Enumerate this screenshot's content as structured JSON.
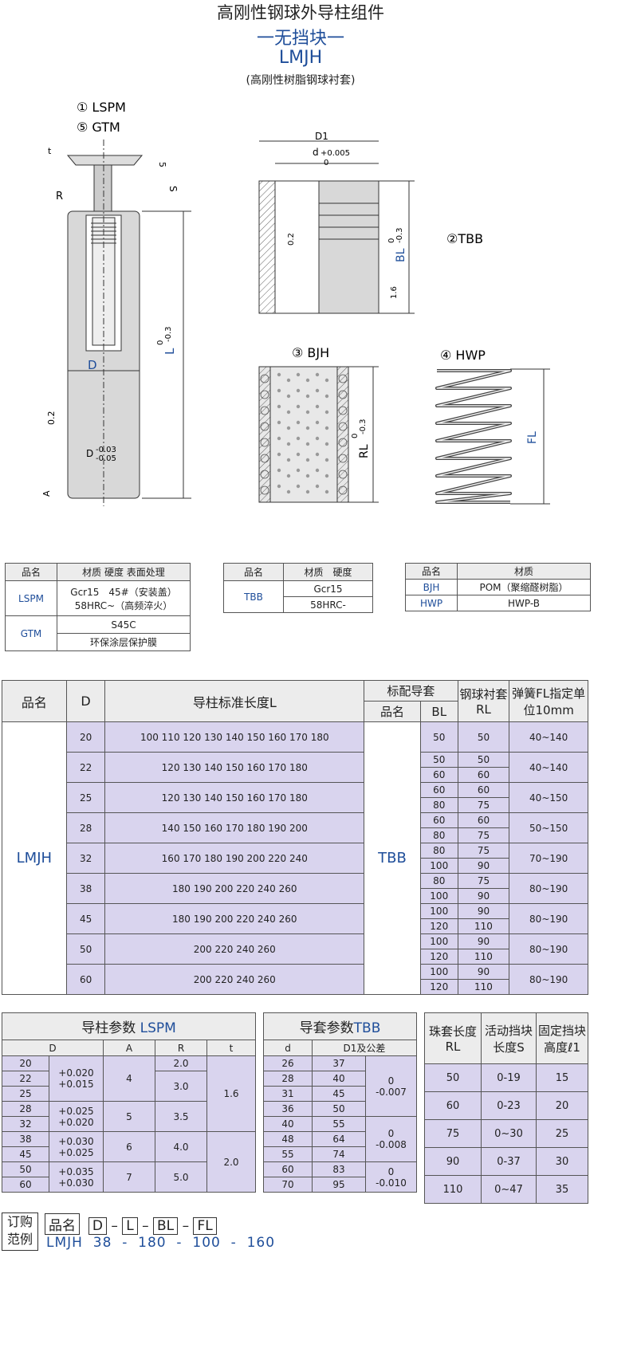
{
  "header": {
    "title": "高刚性钢球外导柱组件",
    "subtitle": "一无挡块一",
    "model": "LMJH",
    "note": "(高刚性树脂钢球衬套)"
  },
  "drawing": {
    "part1": "① LSPM",
    "part5": "⑤ GTM",
    "part2": "②TBB",
    "part3": "③ BJH",
    "part4": "④ HWP",
    "dim_t": "t",
    "dim_5": "5",
    "dim_S": "S",
    "dim_R": "R",
    "dim_L": "L",
    "dim_L_tol_top": "0",
    "dim_L_tol_bot": "-0.3",
    "dim_D": "D",
    "dim_02": "0.2",
    "dim_D_tol": "D",
    "dim_D_tol_top": "-0.03",
    "dim_D_tol_bot": "-0.05",
    "dim_A": "A",
    "dim_D1": "D1",
    "dim_d": "d",
    "dim_d_tol_top": "+0.005",
    "dim_d_tol_bot": "0",
    "dim_bush_02": "0.2",
    "dim_BL": "BL",
    "dim_BL_tol_top": "0",
    "dim_BL_tol_bot": "-0.3",
    "dim_16": "1.6",
    "dim_RL": "RL",
    "dim_RL_tol_top": "0",
    "dim_RL_tol_bot": "-0.3",
    "dim_FL": "FL"
  },
  "mat1": {
    "headers": [
      "品名",
      "材质 硬度 表面处理"
    ],
    "rows": [
      {
        "name": "LSPM",
        "lines": [
          "Gcr15　45#（安装盖）",
          "58HRC~（高频淬火）"
        ]
      },
      {
        "name": "GTM",
        "lines": [
          "S45C",
          "环保涂层保护膜"
        ]
      }
    ]
  },
  "mat2": {
    "headers": [
      "品名",
      "材质　硬度"
    ],
    "name": "TBB",
    "lines": [
      "Gcr15",
      "58HRC-"
    ]
  },
  "mat3": {
    "headers": [
      "品名",
      "材质"
    ],
    "rows": [
      {
        "name": "BJH",
        "mat": "POM（聚缩醛树脂）"
      },
      {
        "name": "HWP",
        "mat": "HWP-B"
      }
    ]
  },
  "main_table": {
    "headers": {
      "name": "品名",
      "D": "D",
      "L": "导柱标准长度L",
      "bush": "标配导套",
      "bush_name": "品名",
      "BL": "BL",
      "RL": "钢球衬套RL",
      "FL": "弹簧FL指定单位10mm"
    },
    "product": "LMJH",
    "bush_product": "TBB",
    "rows": [
      {
        "D": "20",
        "L": "100 110 120 130 140 150 160 170 180",
        "sub": [
          [
            "50",
            "50"
          ]
        ],
        "FL": "40~140"
      },
      {
        "D": "22",
        "L": "120 130 140 150 160 170 180",
        "sub": [
          [
            "50",
            "50"
          ],
          [
            "60",
            "60"
          ]
        ],
        "FL": "40~140"
      },
      {
        "D": "25",
        "L": "120 130 140 150 160 170 180",
        "sub": [
          [
            "60",
            "60"
          ],
          [
            "80",
            "75"
          ]
        ],
        "FL": "40~150"
      },
      {
        "D": "28",
        "L": "140 150 160 170 180 190 200",
        "sub": [
          [
            "60",
            "60"
          ],
          [
            "80",
            "75"
          ]
        ],
        "FL": "50~150"
      },
      {
        "D": "32",
        "L": "160 170 180 190 200 220 240",
        "sub": [
          [
            "80",
            "75"
          ],
          [
            "100",
            "90"
          ]
        ],
        "FL": "70~190"
      },
      {
        "D": "38",
        "L": "180 190 200 220 240 260",
        "sub": [
          [
            "80",
            "75"
          ],
          [
            "100",
            "90"
          ]
        ],
        "FL": "80~190"
      },
      {
        "D": "45",
        "L": "180 190 200 220 240 260",
        "sub": [
          [
            "100",
            "90"
          ],
          [
            "120",
            "110"
          ]
        ],
        "FL": "80~190"
      },
      {
        "D": "50",
        "L": "200 220 240 260",
        "sub": [
          [
            "100",
            "90"
          ],
          [
            "120",
            "110"
          ]
        ],
        "FL": "80~190"
      },
      {
        "D": "60",
        "L": "200 220 240 260",
        "sub": [
          [
            "100",
            "90"
          ],
          [
            "120",
            "110"
          ]
        ],
        "FL": "80~190"
      }
    ]
  },
  "lspm": {
    "title": "导柱参数",
    "title_code": "LSPM",
    "headers": [
      "D",
      "A",
      "R",
      "t"
    ],
    "D": [
      "20",
      "22",
      "25",
      "28",
      "32",
      "38",
      "45",
      "50",
      "60"
    ],
    "tol": [
      [
        "+0.020",
        "+0.015"
      ],
      [
        "+0.025",
        "+0.020"
      ],
      [
        "+0.030",
        "+0.025"
      ],
      [
        "+0.035",
        "+0.030"
      ]
    ],
    "A": [
      "4",
      "5",
      "6",
      "7"
    ],
    "R": [
      "2.0",
      "3.0",
      "3.5",
      "4.0",
      "5.0"
    ],
    "t": [
      "1.6",
      "2.0"
    ]
  },
  "tbb": {
    "title": "导套参数",
    "title_code": "TBB",
    "headers": [
      "d",
      "D1及公差"
    ],
    "d": [
      "26",
      "28",
      "31",
      "36",
      "40",
      "48",
      "55",
      "60",
      "70"
    ],
    "D1": [
      "37",
      "40",
      "45",
      "50",
      "55",
      "64",
      "74",
      "83",
      "95"
    ],
    "tol": [
      [
        "0",
        "-0.007"
      ],
      [
        "0",
        "-0.008"
      ],
      [
        "0",
        "-0.010"
      ]
    ]
  },
  "stopper": {
    "headers": [
      "珠套长度RL",
      "活动挡块长度S",
      "固定挡块高度ℓ1"
    ],
    "rows": [
      [
        "50",
        "0-19",
        "15"
      ],
      [
        "60",
        "0-23",
        "20"
      ],
      [
        "75",
        "0~30",
        "25"
      ],
      [
        "90",
        "0-37",
        "30"
      ],
      [
        "110",
        "0~47",
        "35"
      ]
    ]
  },
  "order": {
    "label1": "订购",
    "label2": "范例",
    "name": "品名",
    "f1": "D",
    "f2": "L",
    "f3": "BL",
    "f4": "FL",
    "dash": "–",
    "ex": [
      "LMJH",
      "38",
      "180",
      "100",
      "160"
    ],
    "exdash": "-"
  }
}
